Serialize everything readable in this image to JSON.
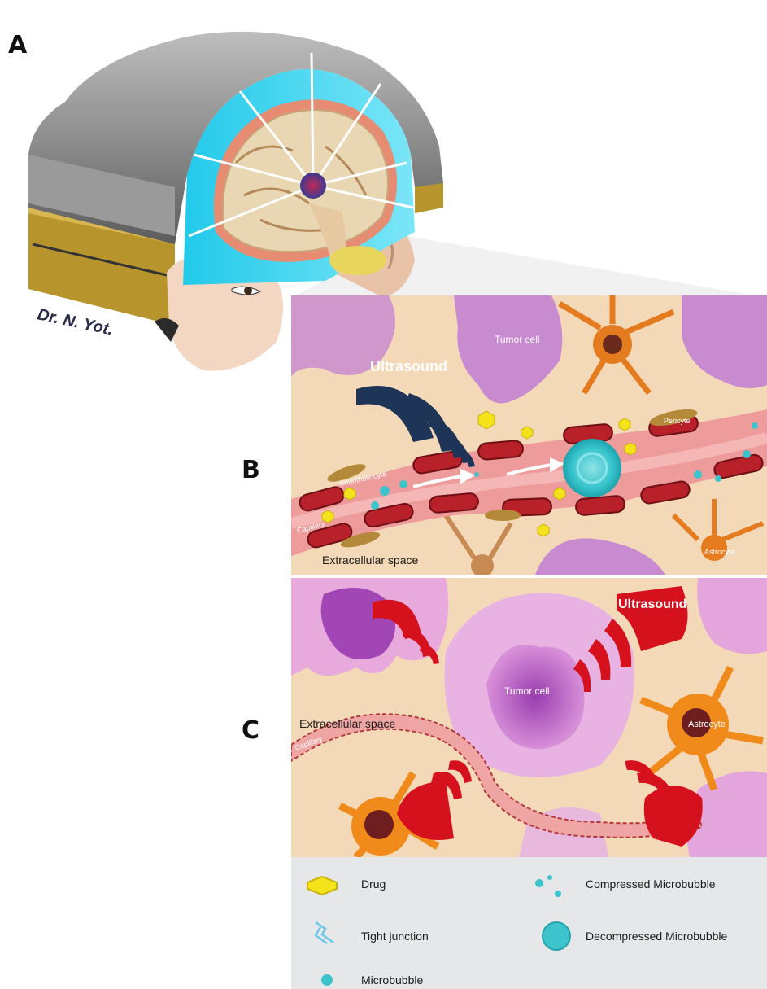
{
  "panels": {
    "a": "A",
    "b": "B",
    "c": "C"
  },
  "signature": "Dr. N. Yot.",
  "panel_b": {
    "ultrasound": "Ultrasound",
    "tumor_cell": "Tumor cell",
    "pericyte": "Pericyte",
    "endotheliocyte": "Endotheliocyte",
    "capillary": "Capillary",
    "extracellular_space": "Extracellular space",
    "astrocyte": "Astrocyte"
  },
  "panel_c": {
    "ultrasound": "Ultrasound",
    "tumor_cell": "Tumor cell",
    "extracellular_space": "Extracellular space",
    "astrocyte": "Astrocyte",
    "capillary": "Capillary"
  },
  "legend": {
    "drug": "Drug",
    "tight_junction": "Tight junction",
    "microbubble": "Microbubble",
    "compressed_microbubble": "Compressed Microbubble",
    "decompressed_microbubble": "Decompressed Microbubble"
  },
  "colors": {
    "tissue": "#f3d9b8",
    "tumor": "#c98bd0",
    "vessel": "#e8868a",
    "rbc": "#b8202a",
    "ultrasound_b": "#1f3558",
    "ultrasound_c": "#d4111c",
    "astrocyte": "#e47b1f",
    "microbubble": "#3cc3cc",
    "drug": "#f4e21a",
    "helmet_gel": "#33d3ef"
  }
}
